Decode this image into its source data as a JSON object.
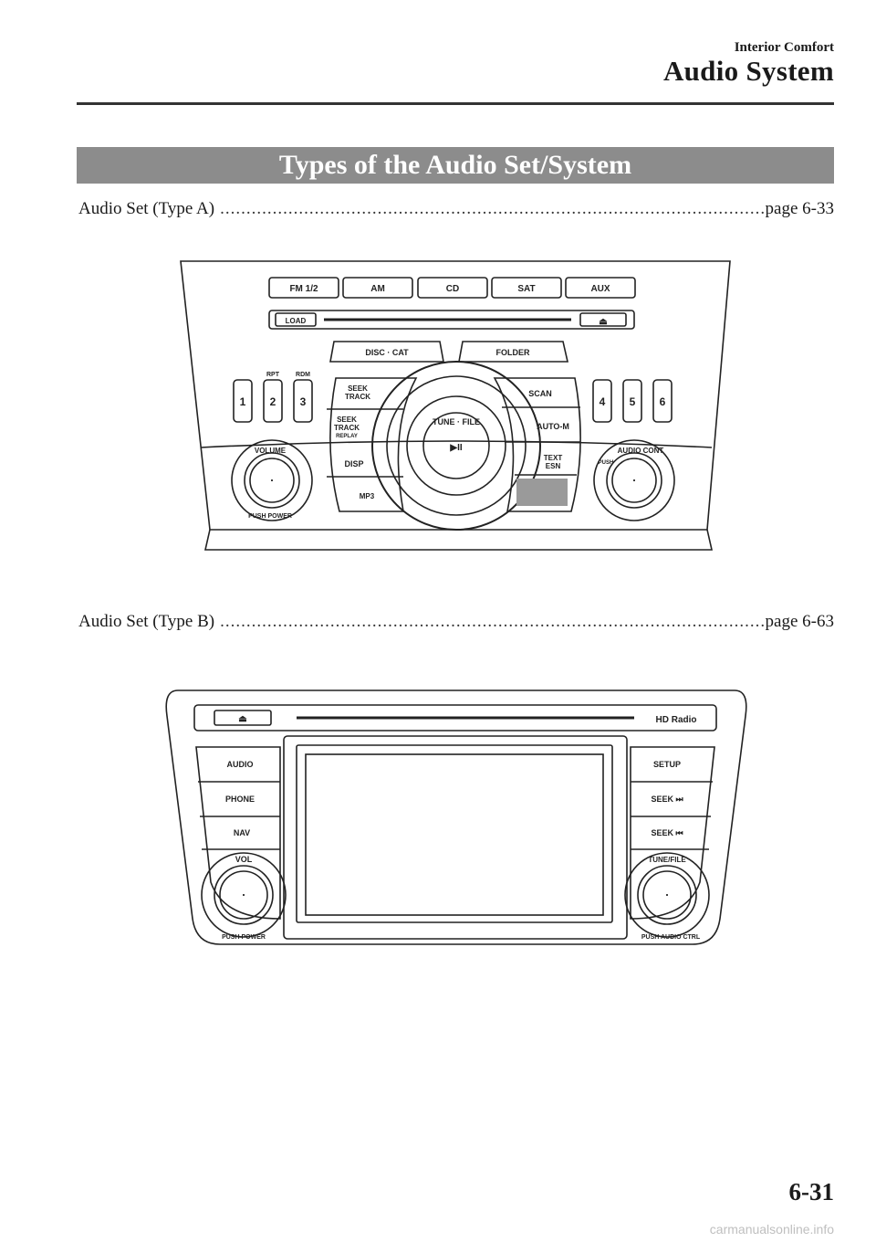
{
  "header": {
    "section": "Interior Comfort",
    "title": "Audio System"
  },
  "heading": "Types of the Audio Set/System",
  "entries": [
    {
      "label": "Audio Set (Type A)",
      "page": "page 6-33"
    },
    {
      "label": "Audio Set (Type B)",
      "page": "page 6-63"
    }
  ],
  "type_a": {
    "top_buttons": [
      "FM 1/2",
      "AM",
      "CD",
      "SAT",
      "AUX"
    ],
    "load": "LOAD",
    "eject_icon": "eject-icon",
    "disc_cat": "DISC · CAT",
    "folder": "FOLDER",
    "presets_left": [
      "1",
      "2",
      "3"
    ],
    "preset_caps": [
      "RPT",
      "RDM"
    ],
    "presets_right": [
      "4",
      "5",
      "6"
    ],
    "seek_track": [
      "SEEK",
      "TRACK"
    ],
    "seek_track_down": [
      "SEEK",
      "TRACK",
      "REPLAY"
    ],
    "disp": "DISP",
    "mp3": "MP3",
    "scan": "SCAN",
    "auto_m": "AUTO-M",
    "text_esn": [
      "TEXT",
      "ESN"
    ],
    "tune_file": "TUNE · FILE",
    "play_pause": "▶II",
    "volume": "VOLUME",
    "push_power": "PUSH POWER",
    "audio_cont": "AUDIO CONT",
    "push": "PUSH"
  },
  "type_b": {
    "hd_radio": "HD Radio",
    "left_buttons": [
      "AUDIO",
      "PHONE",
      "NAV"
    ],
    "right_buttons": [
      "SETUP",
      "SEEK ⏭",
      "SEEK ⏮"
    ],
    "vol": "VOL",
    "push_power": "PUSH POWER",
    "tune_file": "TUNE/FILE",
    "push_audio_ctrl": "PUSH AUDIO CTRL"
  },
  "footer": {
    "page_number": "6-31",
    "watermark": "carmanualsonline.info"
  }
}
